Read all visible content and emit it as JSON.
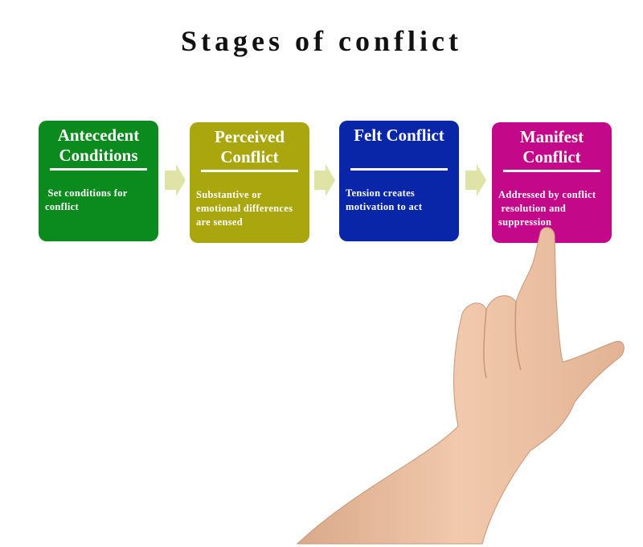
{
  "title": "Stages of conflict",
  "stages": [
    {
      "heading": "Antecedent Conditions",
      "description": " Set conditions for conflict",
      "color": "#0b8a1e"
    },
    {
      "heading": "Perceived Conflict",
      "description": "Substantive or emotional differences are sensed",
      "color": "#aaa60e"
    },
    {
      "heading": "Felt Conflict",
      "description": "Tension creates motivation to act",
      "color": "#0a26a8"
    },
    {
      "heading": "Manifest Conflict",
      "description": "Addressed by conflict\n resolution and suppression",
      "color": "#c4088a"
    }
  ],
  "arrow_color": "#dfe3a6"
}
